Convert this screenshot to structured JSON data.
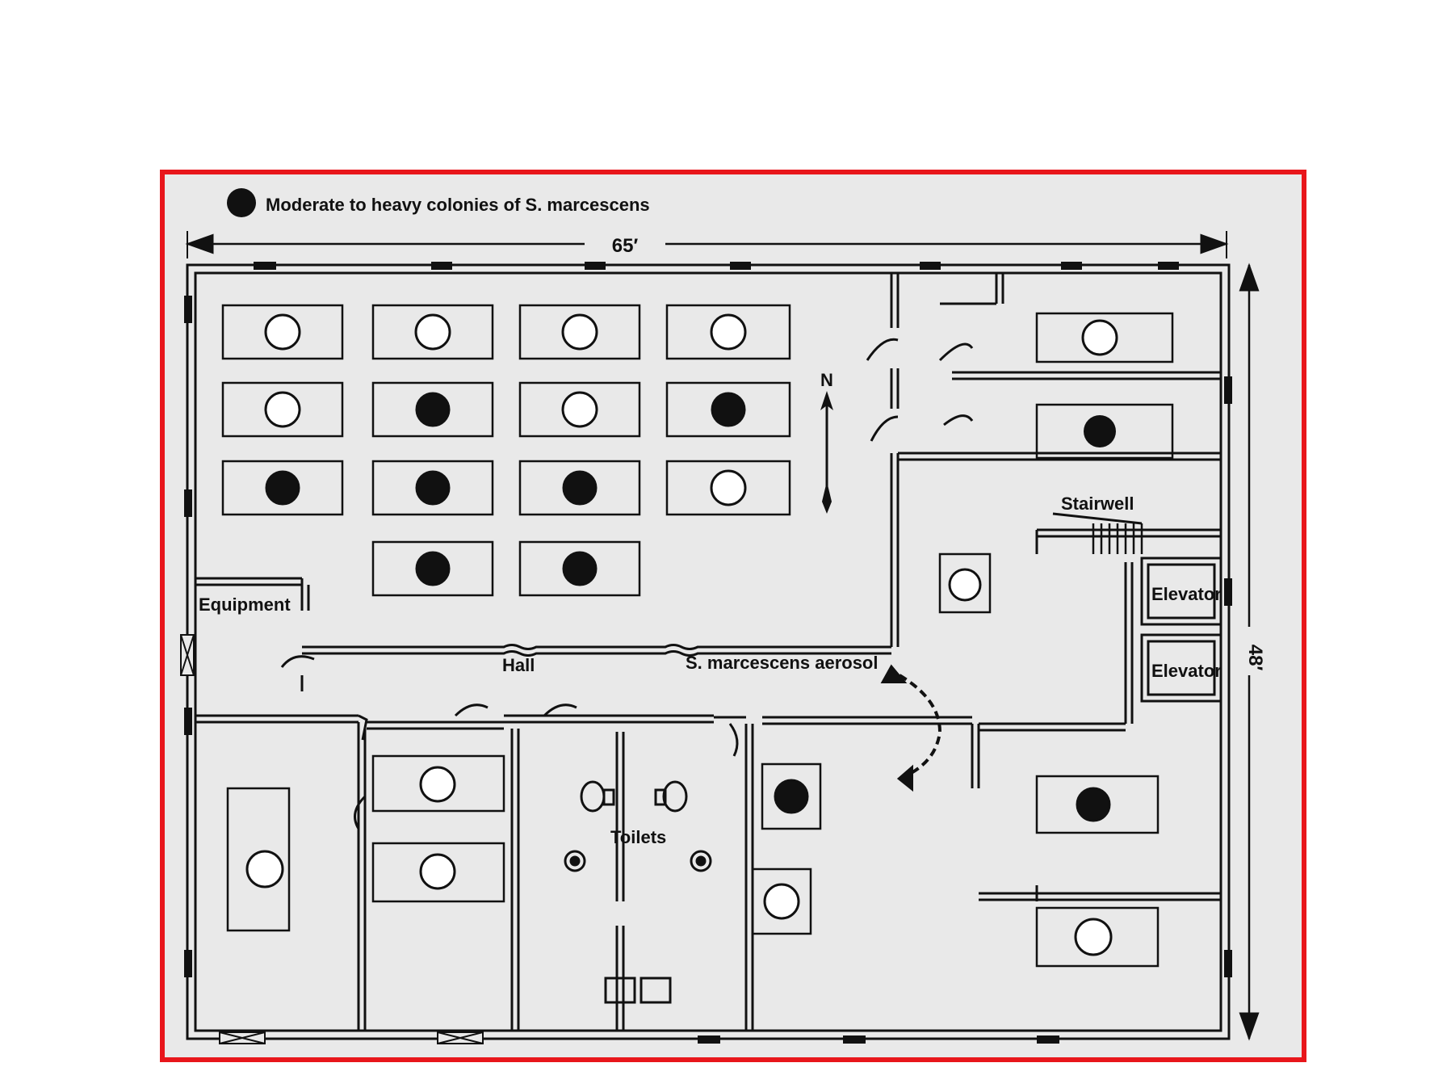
{
  "legend": {
    "text": "Moderate to heavy colonies of S. marcescens"
  },
  "dimensions": {
    "width": "65′",
    "height": "48′"
  },
  "compass": {
    "north": "N"
  },
  "labels": {
    "equipment": "Equipment",
    "hall": "Hall",
    "aerosol": "S. marcescens aerosol",
    "stairwell": "Stairwell",
    "elevator_1": "Elevator",
    "elevator_2": "Elevator",
    "toilets": "Toilets"
  },
  "colors": {
    "frame": "#e8161b",
    "ink": "#111111",
    "paper": "#e9e9e9"
  },
  "stations": {
    "office_grid": [
      [
        "clean",
        "clean",
        "clean",
        "clean"
      ],
      [
        "clean",
        "colonies",
        "clean",
        "colonies"
      ],
      [
        "colonies",
        "colonies",
        "colonies",
        "clean"
      ],
      [
        null,
        "colonies",
        "colonies",
        null
      ]
    ],
    "east_rooms": [
      "clean",
      "colonies"
    ],
    "south_rooms": [
      "clean",
      "clean",
      "clean",
      "colonies",
      "clean",
      "colonies",
      "clean"
    ]
  }
}
